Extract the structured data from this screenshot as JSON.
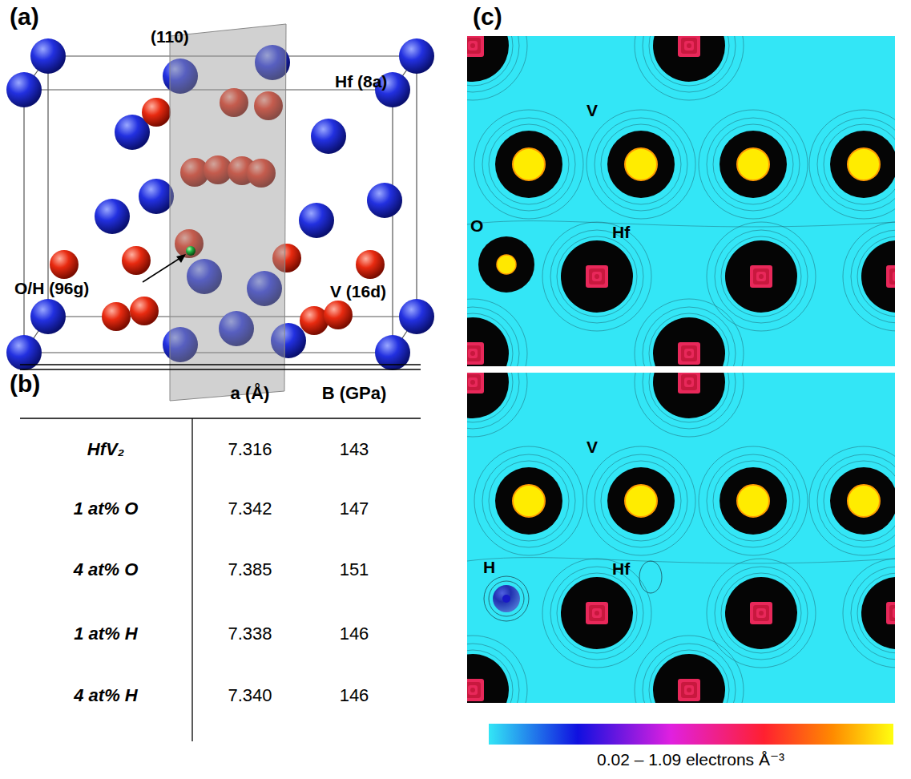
{
  "diagram": {
    "labels": [
      "(a)",
      "(110)",
      "Hf (8a)",
      "O/H (96g)",
      "V (16d)",
      "(b)",
      "a (Å)",
      "B (GPa)",
      "HfV₂",
      "7.316",
      "143",
      "1 at% O",
      "7.342",
      "147",
      "4 at% O",
      "7.385",
      "151",
      "1 at% H",
      "7.338",
      "146",
      "4 at% H",
      "7.340",
      "146",
      "(c)",
      "V",
      "O",
      "Hf",
      "V",
      "H",
      "Hf",
      "0.02 – 1.09 electrons Å⁻³"
    ]
  }
}
